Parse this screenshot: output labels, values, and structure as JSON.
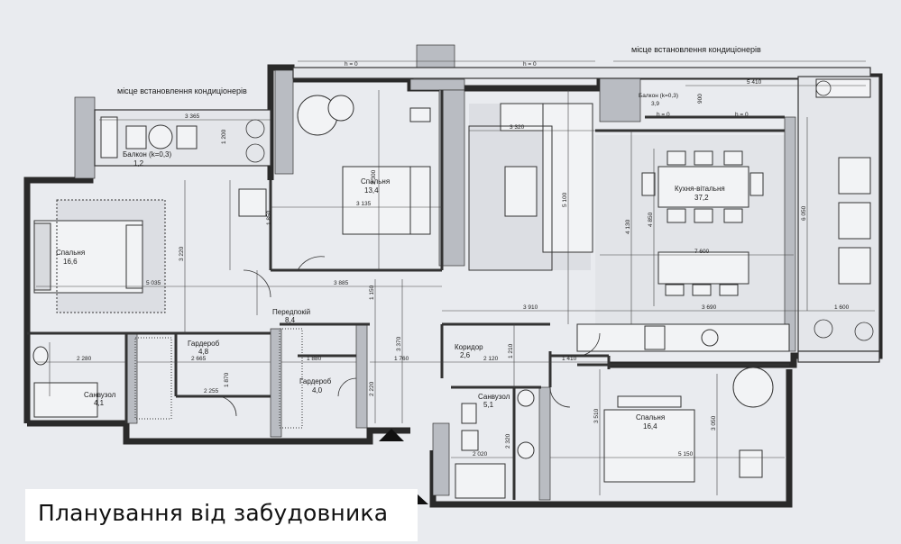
{
  "caption": "Планування від забудовника",
  "notes": {
    "ac_left": "місце встановлення кондиціонерів",
    "ac_right": "місце встановлення кондиціонерів",
    "h0_a": "h = 0",
    "h0_b": "h = 0",
    "h0_c": "h = 0",
    "h0_d": "h = 0"
  },
  "rooms": [
    {
      "name": "Спальня",
      "area": "16,6"
    },
    {
      "name": "Балкон (k=0,3)",
      "area": "1,2"
    },
    {
      "name": "Спальня",
      "area": "13,4"
    },
    {
      "name": "Кухня-вітальня",
      "area": "37,2"
    },
    {
      "name": "Балкон (k=0,3)",
      "area": "3,9"
    },
    {
      "name": "Передпокій",
      "area": "8,4"
    },
    {
      "name": "Гардероб",
      "area": "4,8"
    },
    {
      "name": "Гардероб",
      "area": "4,0"
    },
    {
      "name": "Санвузол",
      "area": "4,1"
    },
    {
      "name": "Коридор",
      "area": "2,6"
    },
    {
      "name": "Санвузол",
      "area": "5,1"
    },
    {
      "name": "Спальня",
      "area": "16,4"
    }
  ],
  "dimensions": [
    "3 365",
    "1 200",
    "3 300",
    "3 135",
    "3 320",
    "5 410",
    "900",
    "5 100",
    "4 130",
    "4 850",
    "6 050",
    "5 035",
    "3 220",
    "1 850",
    "3 885",
    "1 150",
    "7 600",
    "3 910",
    "3 690",
    "1 600",
    "2 280",
    "2 665",
    "2 255",
    "1 880",
    "1 760",
    "2 120",
    "1 410",
    "2 220",
    "3 370",
    "3 510",
    "3 050",
    "5 150",
    "2 020",
    "2 320",
    "1 870",
    "1 210"
  ]
}
